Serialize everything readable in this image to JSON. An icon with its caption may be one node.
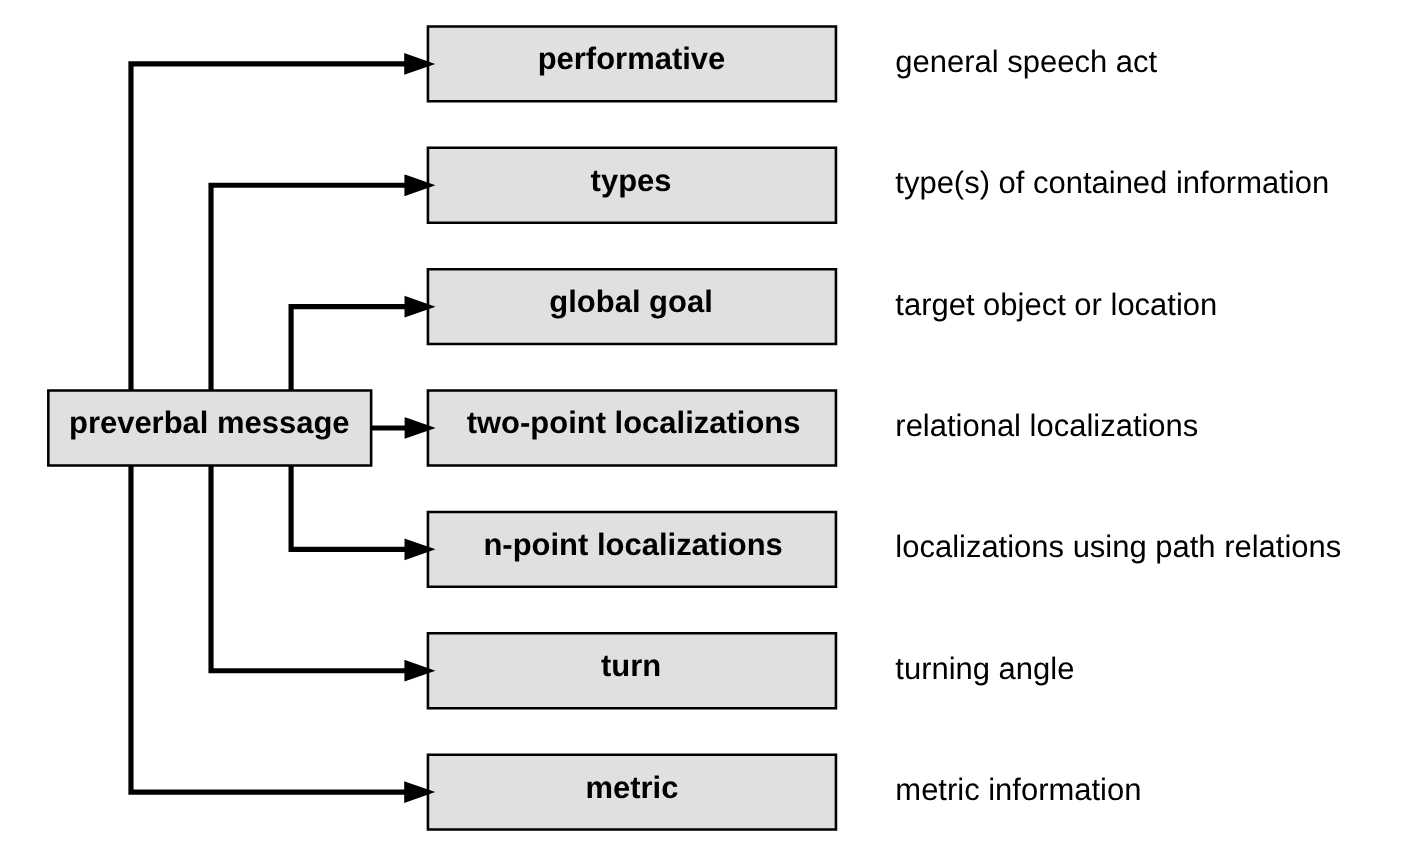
{
  "diagram": {
    "nodes": [
      {
        "text": [
          "preverbal message"
        ]
      },
      {
        "text": [
          "performative"
        ],
        "beside": [
          "general speech act"
        ]
      },
      {
        "text": [
          "types"
        ],
        "beside": [
          "type(s) of contained information"
        ]
      },
      {
        "text": [
          "global goal"
        ],
        "beside": [
          "target object or location"
        ]
      },
      {
        "text": [
          "two-point localizations"
        ],
        "beside": [
          "relational localizations"
        ]
      },
      {
        "text": [
          "n-point localizations"
        ],
        "beside": [
          "localizations using path relations"
        ]
      },
      {
        "text": [
          "turn"
        ],
        "beside": [
          "turning angle"
        ]
      },
      {
        "text": [
          "metric"
        ],
        "beside": [
          "metric information"
        ]
      }
    ],
    "edges": [
      {
        "from": 0,
        "to": 1,
        "arrow": "to"
      },
      {
        "from": 0,
        "to": 2,
        "arrow": "to"
      },
      {
        "from": 0,
        "to": 3,
        "arrow": "to"
      },
      {
        "from": 0,
        "to": 4,
        "arrow": "to"
      },
      {
        "from": 0,
        "to": 5,
        "arrow": "to"
      },
      {
        "from": 0,
        "to": 6,
        "arrow": "to"
      },
      {
        "from": 0,
        "to": 7,
        "arrow": "to"
      }
    ]
  }
}
